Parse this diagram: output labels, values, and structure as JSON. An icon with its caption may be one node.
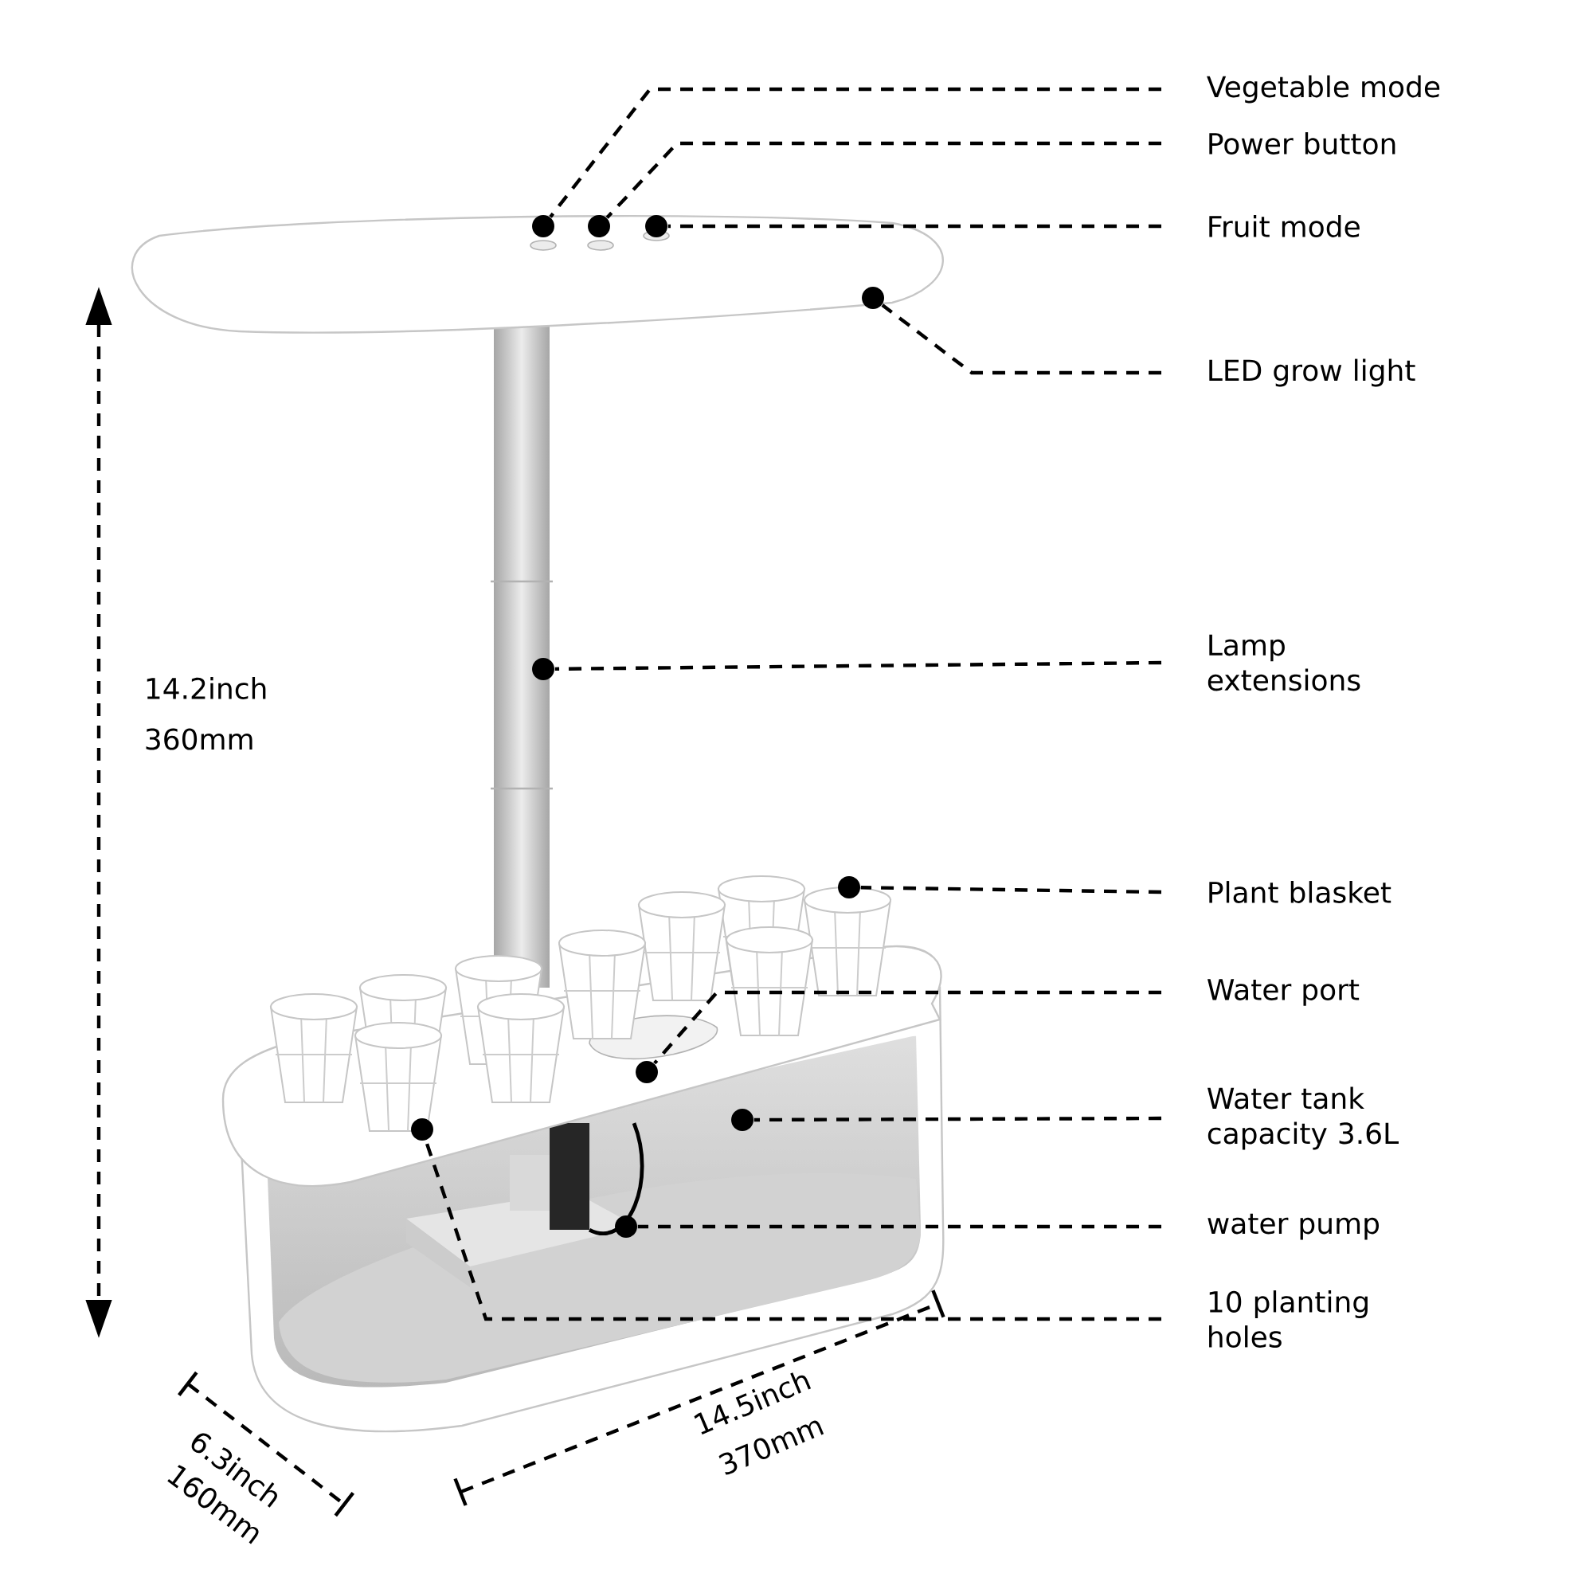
{
  "diagram": {
    "nodes": [
      {
        "text": [
          "Vegetable mode"
        ]
      },
      {
        "text": [
          "Power button"
        ]
      },
      {
        "text": [
          "Fruit mode"
        ]
      },
      {
        "text": [
          "LED grow light"
        ]
      },
      {
        "text": [
          "Lamp extensions"
        ]
      },
      {
        "text": [
          "Plant blasket"
        ]
      },
      {
        "text": [
          "Water port"
        ]
      },
      {
        "text": [
          "Water tank capacity 3.6L"
        ]
      },
      {
        "text": [
          "water pump"
        ]
      },
      {
        "text": [
          "10 planting holes"
        ]
      },
      {
        "text": [],
        "shape": "circle"
      },
      {
        "text": [],
        "shape": "circle"
      },
      {
        "text": [],
        "shape": "circle"
      },
      {
        "text": [],
        "shape": "circle"
      },
      {
        "text": [],
        "shape": "circle"
      },
      {
        "text": [],
        "shape": "circle"
      },
      {
        "text": [],
        "shape": "circle"
      },
      {
        "text": [],
        "shape": "circle"
      },
      {
        "text": [],
        "shape": "circle"
      },
      {
        "text": [],
        "shape": "circle"
      }
    ],
    "edges": [
      {
        "from": 0,
        "to": 10,
        "arrow": "none"
      },
      {
        "from": 1,
        "to": 11,
        "arrow": "none"
      },
      {
        "from": 2,
        "to": 12,
        "arrow": "none"
      },
      {
        "from": 3,
        "to": 13,
        "arrow": "none"
      },
      {
        "from": 4,
        "to": 14,
        "arrow": "none"
      },
      {
        "from": 5,
        "to": 15,
        "arrow": "none"
      },
      {
        "from": 6,
        "to": 16,
        "arrow": "none"
      },
      {
        "from": 7,
        "to": 17,
        "arrow": "none"
      },
      {
        "from": 8,
        "to": 19,
        "arrow": "none"
      },
      {
        "from": 9,
        "to": 18,
        "arrow": "none"
      }
    ],
    "labels": [
      "14.2inch",
      "360mm",
      "6.3inch",
      "160mm",
      "14.5inch",
      "370mm"
    ]
  }
}
